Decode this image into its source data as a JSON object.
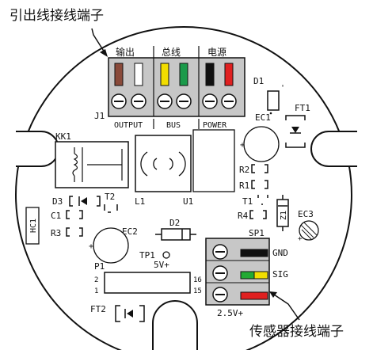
{
  "callouts": {
    "top": "引出线接线端子",
    "bottom": "传感器接线端子"
  },
  "terminal_block": {
    "groups": [
      {
        "label": "输出",
        "code": "OUTPUT"
      },
      {
        "label": "总线",
        "code": "BUS"
      },
      {
        "label": "电源",
        "code": "POWER"
      }
    ],
    "ref": "J1",
    "wire_colors": [
      "#8a4a3a",
      "#ffffff",
      "#f2dd00",
      "#1a9a4a",
      "#111111",
      "#e02020"
    ]
  },
  "sensor_block": {
    "ref": "SP1",
    "voltage": "2.5V+",
    "wires": [
      {
        "label": "GND",
        "color": "#111111"
      },
      {
        "label": "SIG",
        "color": "#22aa33",
        "color2": "#f2dd00"
      },
      {
        "label": "",
        "color": "#e02020"
      }
    ]
  },
  "components": {
    "d1": "D1",
    "d1_mark": "'",
    "ec1": "EC1",
    "ec1_plus": "+",
    "ft1": "FT1",
    "kk1": "KK1",
    "l1": "L1",
    "u1": "U1",
    "r2": "R2",
    "r1": "R1",
    "d3": "D3",
    "t2": "T2",
    "t1": "T1",
    "r4": "R4",
    "z1": "Z1",
    "ec3": "EC3",
    "ec3_plus": "+",
    "hc1": "HC1",
    "c1": "C1",
    "r3": "R3",
    "d2": "D2",
    "ec2": "EC2",
    "ec2_plus": "+",
    "tp1": "TP1",
    "tp1_voltage": "5V+",
    "p1": "P1",
    "p1_pin2": "2",
    "p1_pin1": "1",
    "p1_pin16": "16",
    "p1_pin15": "15",
    "ft2": "FT2"
  }
}
